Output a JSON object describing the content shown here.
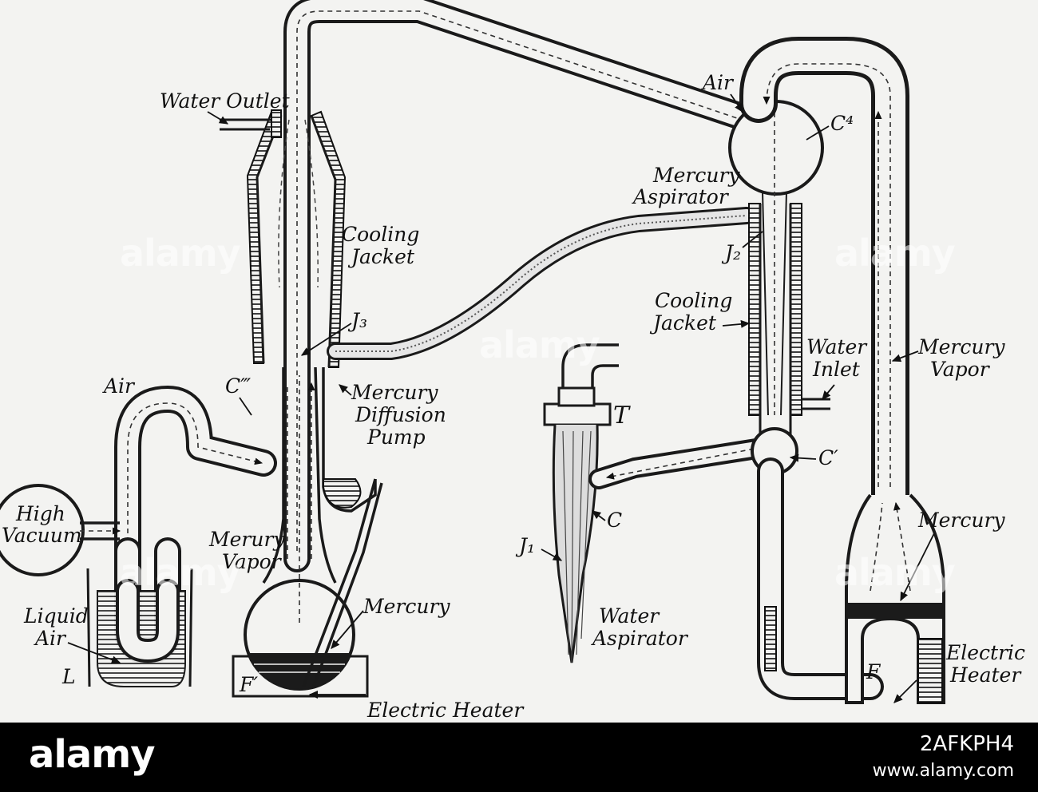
{
  "labels": {
    "water_outlet": "Water Outlet",
    "air_top": "Air",
    "c_iv": "C⁴",
    "mercury_aspirator_1": "Mercury",
    "mercury_aspirator_2": "Aspirator",
    "cooling_jacket_left_1": "Cooling",
    "cooling_jacket_left_2": "Jacket",
    "j2": "J₂",
    "cooling_jacket_right_1": "Cooling",
    "cooling_jacket_right_2": "Jacket",
    "j3": "J₃",
    "water_inlet_1": "Water",
    "water_inlet_2": "Inlet",
    "mercury_vapor_right_1": "Mercury",
    "mercury_vapor_right_2": "Vapor",
    "air_left": "Air",
    "c_triple_prime": "C‴",
    "mdp_1": "Mercury",
    "mdp_2": "Diffusion",
    "mdp_3": "Pump",
    "t": "T",
    "c_prime": "C′",
    "high_vacuum_1": "High",
    "high_vacuum_2": "Vacuum",
    "merury_vapor_1": "Merury",
    "merury_vapor_2": "Vapor",
    "j1": "J₁",
    "c": "C",
    "mercury_right": "Mercury",
    "liquid_air_1": "Liquid",
    "liquid_air_2": "Air",
    "mercury_left": "Mercury",
    "water_aspirator_1": "Water",
    "water_aspirator_2": "Aspirator",
    "l": "L",
    "f_prime": "F′",
    "electric_heater_left": "Electric Heater",
    "f": "F",
    "electric_heater_right_1": "Electric",
    "electric_heater_right_2": "Heater"
  },
  "footer": {
    "brand": "alamy",
    "image_id": "2AFKPH4",
    "url": "www.alamy.com"
  },
  "watermark": "alamy"
}
